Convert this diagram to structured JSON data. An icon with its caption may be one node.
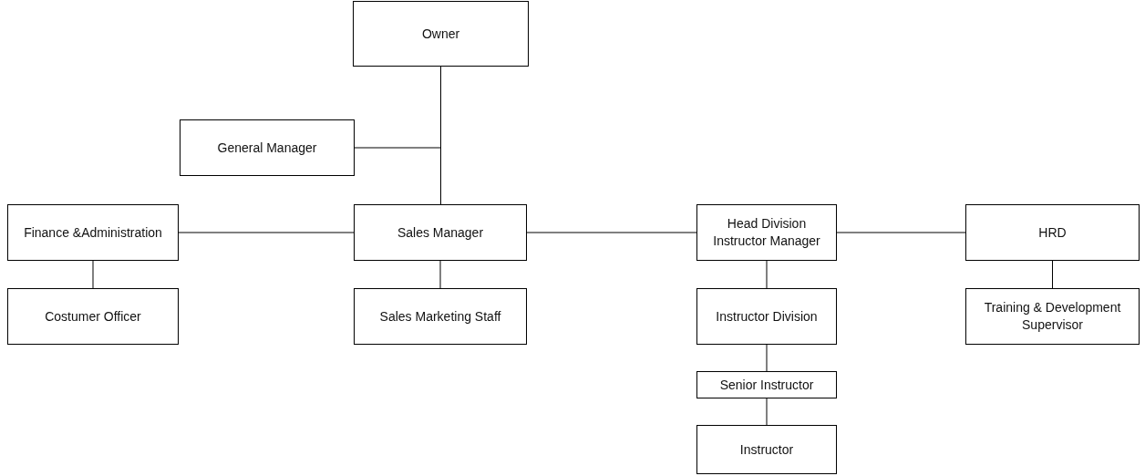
{
  "diagram": {
    "nodes": [
      {
        "text": [
          "Owner"
        ]
      },
      {
        "text": [
          "General Manager"
        ]
      },
      {
        "text": [
          "Finance &Administration"
        ]
      },
      {
        "text": [
          "Sales Manager"
        ]
      },
      {
        "text": [
          "Head Division Instructor Manager"
        ]
      },
      {
        "text": [
          "HRD"
        ]
      },
      {
        "text": [
          "Costumer Officer"
        ]
      },
      {
        "text": [
          "Sales Marketing Staff"
        ]
      },
      {
        "text": [
          "Instructor Division"
        ]
      },
      {
        "text": [
          "Training & Development Supervisor"
        ]
      },
      {
        "text": [
          "Senior Instructor"
        ]
      },
      {
        "text": [
          "Instructor"
        ]
      }
    ],
    "edges": [
      {
        "from": 0,
        "to": 3,
        "arrow": "none"
      },
      {
        "from": 1,
        "to": 0,
        "arrow": "none"
      },
      {
        "from": 2,
        "to": 3,
        "arrow": "none"
      },
      {
        "from": 3,
        "to": 4,
        "arrow": "none"
      },
      {
        "from": 4,
        "to": 5,
        "arrow": "none"
      },
      {
        "from": 2,
        "to": 6,
        "arrow": "none"
      },
      {
        "from": 3,
        "to": 7,
        "arrow": "none"
      },
      {
        "from": 4,
        "to": 8,
        "arrow": "none"
      },
      {
        "from": 5,
        "to": 9,
        "arrow": "none"
      },
      {
        "from": 8,
        "to": 10,
        "arrow": "none"
      },
      {
        "from": 10,
        "to": 11,
        "arrow": "none"
      }
    ]
  }
}
